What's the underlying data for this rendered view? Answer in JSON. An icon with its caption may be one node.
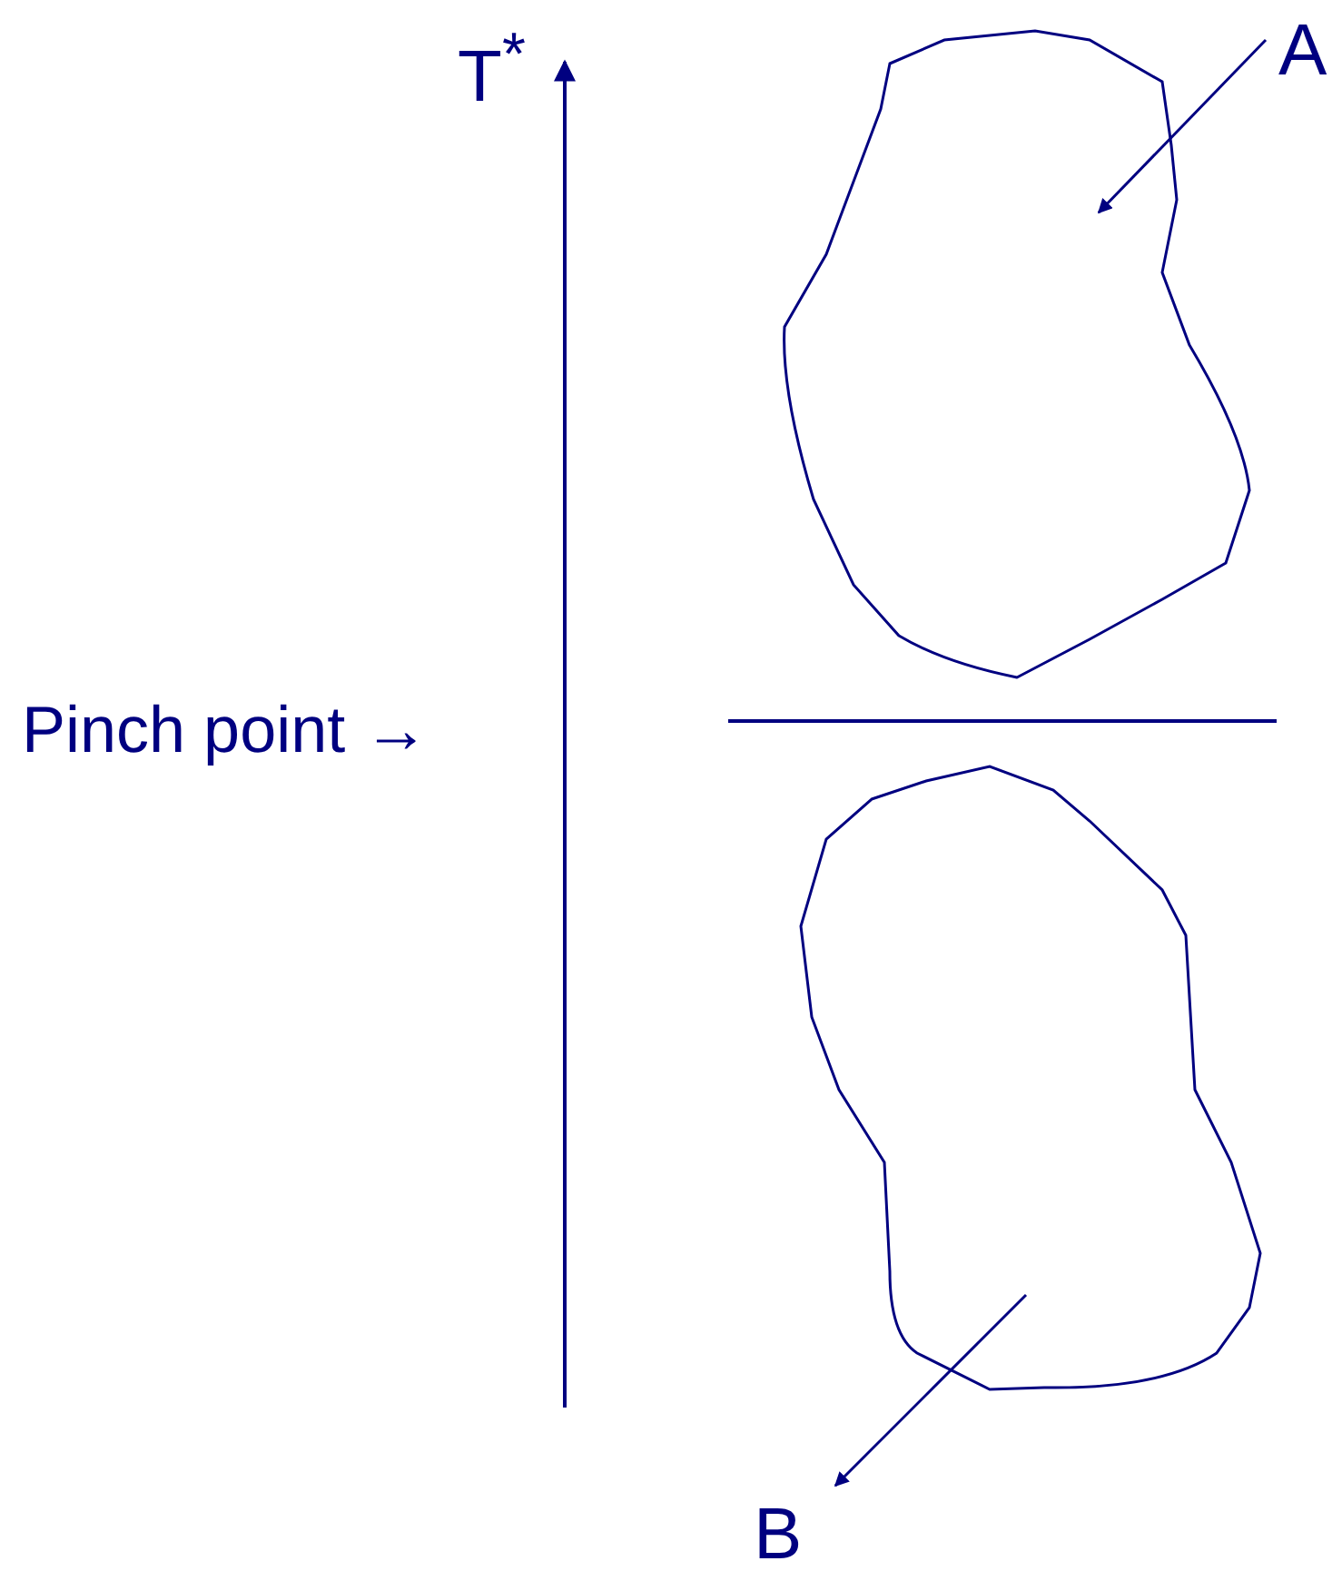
{
  "diagram": {
    "nodes": [
      {
        "text": [
          "A"
        ]
      },
      {
        "text": [],
        "shape": "cloud"
      },
      {
        "text": [],
        "shape": "cloud"
      },
      {
        "text": [
          "B"
        ]
      }
    ],
    "edges": [
      {
        "from": 0,
        "to": 1,
        "arrow": "to"
      },
      {
        "from": 2,
        "to": 3,
        "arrow": "to"
      }
    ],
    "labels": [
      "T$^{*}$",
      "Pinch point →"
    ]
  }
}
